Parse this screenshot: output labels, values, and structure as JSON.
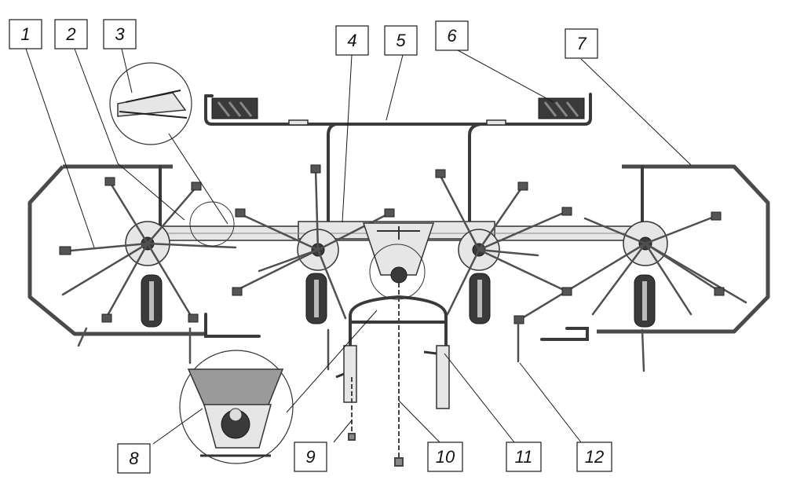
{
  "callouts": [
    "1",
    "2",
    "3",
    "4",
    "5",
    "6",
    "7",
    "8",
    "9",
    "10",
    "11",
    "12"
  ],
  "colors": {
    "line": "#1a1a1a",
    "metal": "#4a4a4a",
    "light": "#e6e6e6",
    "background": "#ffffff"
  }
}
